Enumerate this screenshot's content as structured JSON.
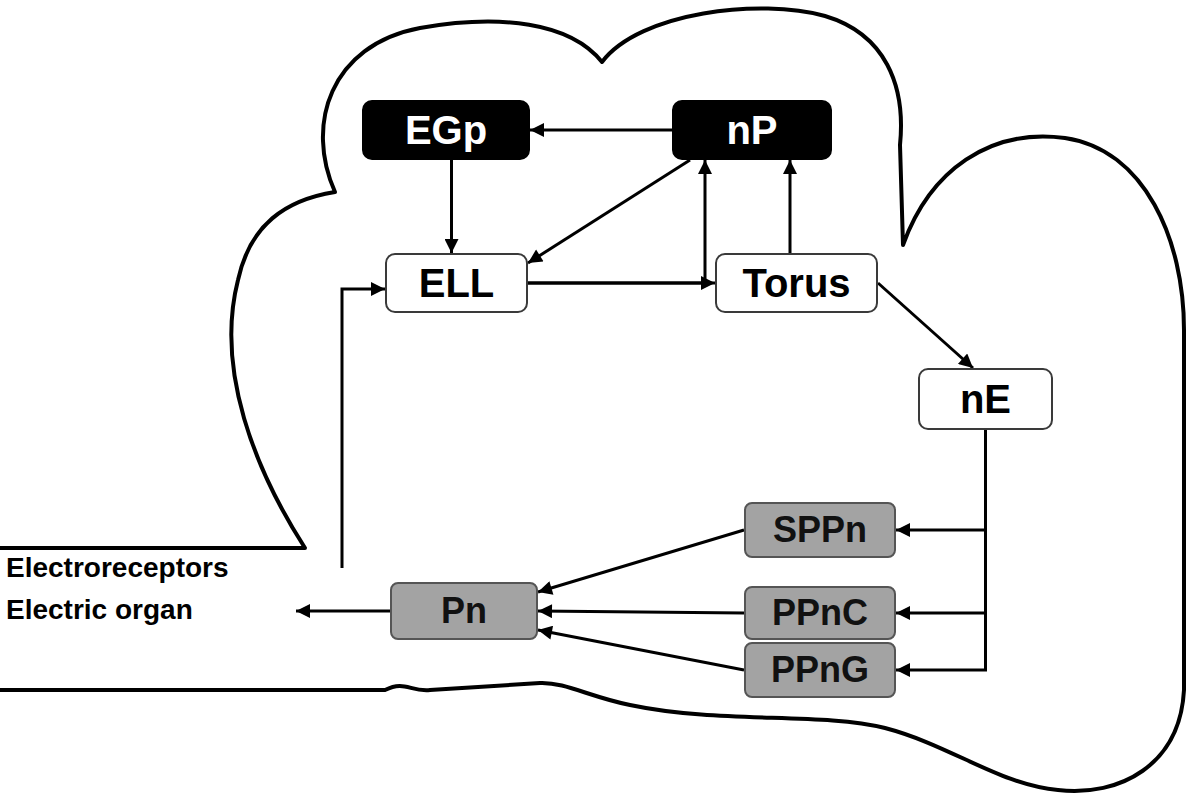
{
  "diagram": {
    "nodes": [
      {
        "text": [
          "EGp"
        ]
      },
      {
        "text": [
          "nP"
        ]
      },
      {
        "text": [
          "ELL"
        ]
      },
      {
        "text": [
          "Torus"
        ]
      },
      {
        "text": [
          "nE"
        ]
      },
      {
        "text": [
          "SPPn"
        ]
      },
      {
        "text": [
          "Pn"
        ]
      },
      {
        "text": [
          "PPnC"
        ]
      },
      {
        "text": [
          "PPnG"
        ]
      }
    ],
    "edges": [
      {
        "from": 1,
        "to": 0,
        "arrow": "to"
      },
      {
        "from": 0,
        "to": 2,
        "arrow": "to"
      },
      {
        "from": 1,
        "to": 2,
        "arrow": "to"
      },
      {
        "from": 2,
        "to": 3,
        "arrow": "to"
      },
      {
        "from": 2,
        "to": 1,
        "arrow": "to"
      },
      {
        "from": 3,
        "to": 1,
        "arrow": "to"
      },
      {
        "from": 3,
        "to": 4,
        "arrow": "to"
      },
      {
        "from": 4,
        "to": 5,
        "arrow": "to"
      },
      {
        "from": 4,
        "to": 7,
        "arrow": "to"
      },
      {
        "from": 4,
        "to": 8,
        "arrow": "to"
      },
      {
        "from": 5,
        "to": 6,
        "arrow": "to"
      },
      {
        "from": 7,
        "to": 6,
        "arrow": "to"
      },
      {
        "from": 8,
        "to": 6,
        "arrow": "to"
      }
    ],
    "labels": [
      "Electroreceptors",
      "Electric organ"
    ]
  }
}
